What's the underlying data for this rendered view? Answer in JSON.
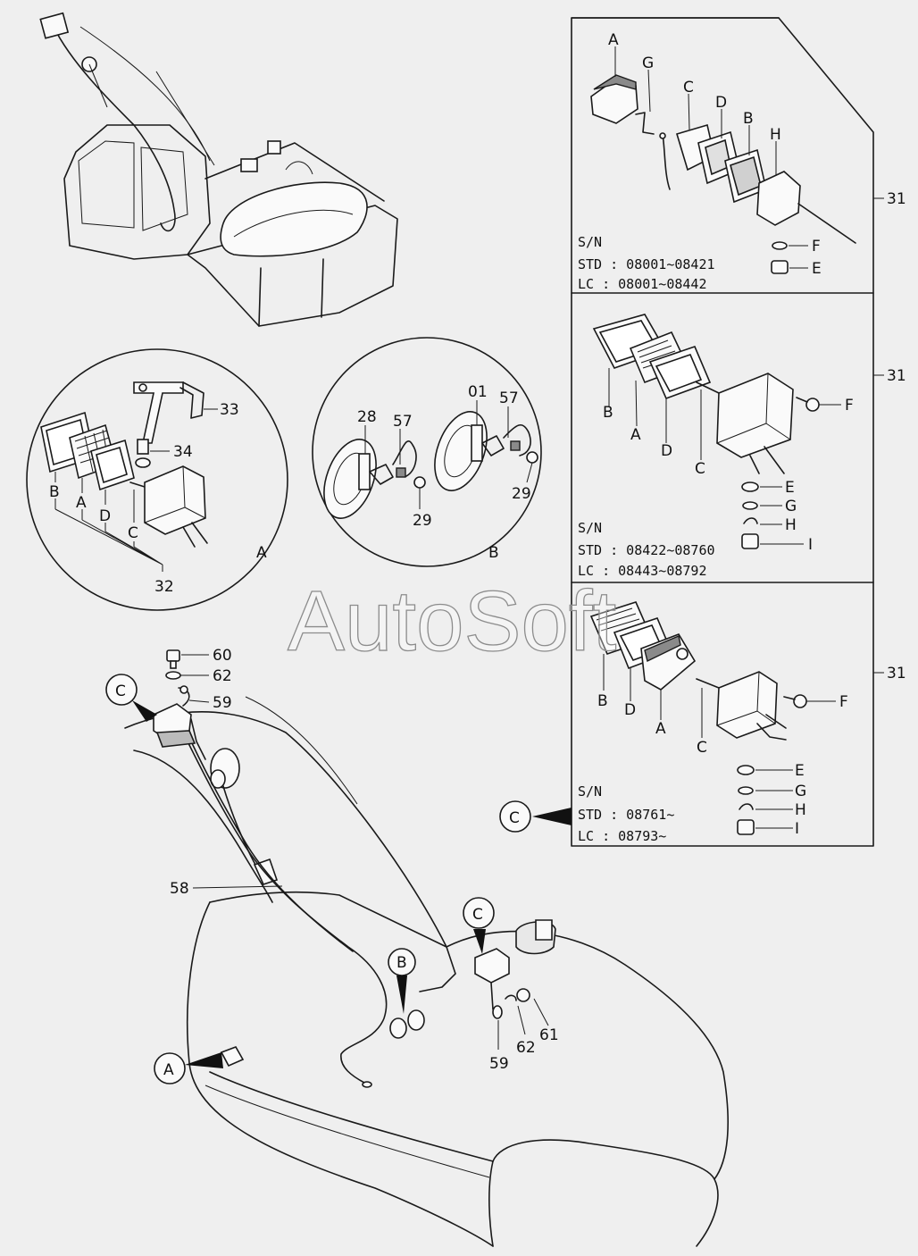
{
  "watermark": "AutoSoft",
  "panels": [
    {
      "ref": "31",
      "sn_label": "S/N",
      "std": "STD : 08001~08421",
      "lc": "LC  : 08001~08442",
      "parts": [
        "A",
        "G",
        "C",
        "D",
        "B",
        "H",
        "F",
        "E"
      ]
    },
    {
      "ref": "31",
      "sn_label": "S/N",
      "std": "STD : 08422~08760",
      "lc": "LC  : 08443~08792",
      "parts": [
        "B",
        "A",
        "D",
        "C",
        "F",
        "E",
        "G",
        "H",
        "I"
      ]
    },
    {
      "ref": "31",
      "sn_label": "S/N",
      "std": "STD : 08761~",
      "lc": "LC  : 08793~",
      "parts": [
        "B",
        "D",
        "A",
        "C",
        "F",
        "E",
        "G",
        "H",
        "I"
      ]
    }
  ],
  "detail_a": {
    "caption": "A",
    "parts": [
      "33",
      "34",
      "B",
      "A",
      "D",
      "C",
      "32"
    ]
  },
  "detail_b": {
    "caption": "B",
    "parts": [
      "28",
      "57",
      "29",
      "01",
      "57",
      "29"
    ]
  },
  "main_labels": [
    "60",
    "62",
    "59",
    "58",
    "59",
    "62",
    "61"
  ],
  "callouts": [
    "C",
    "C",
    "C",
    "B",
    "A"
  ]
}
